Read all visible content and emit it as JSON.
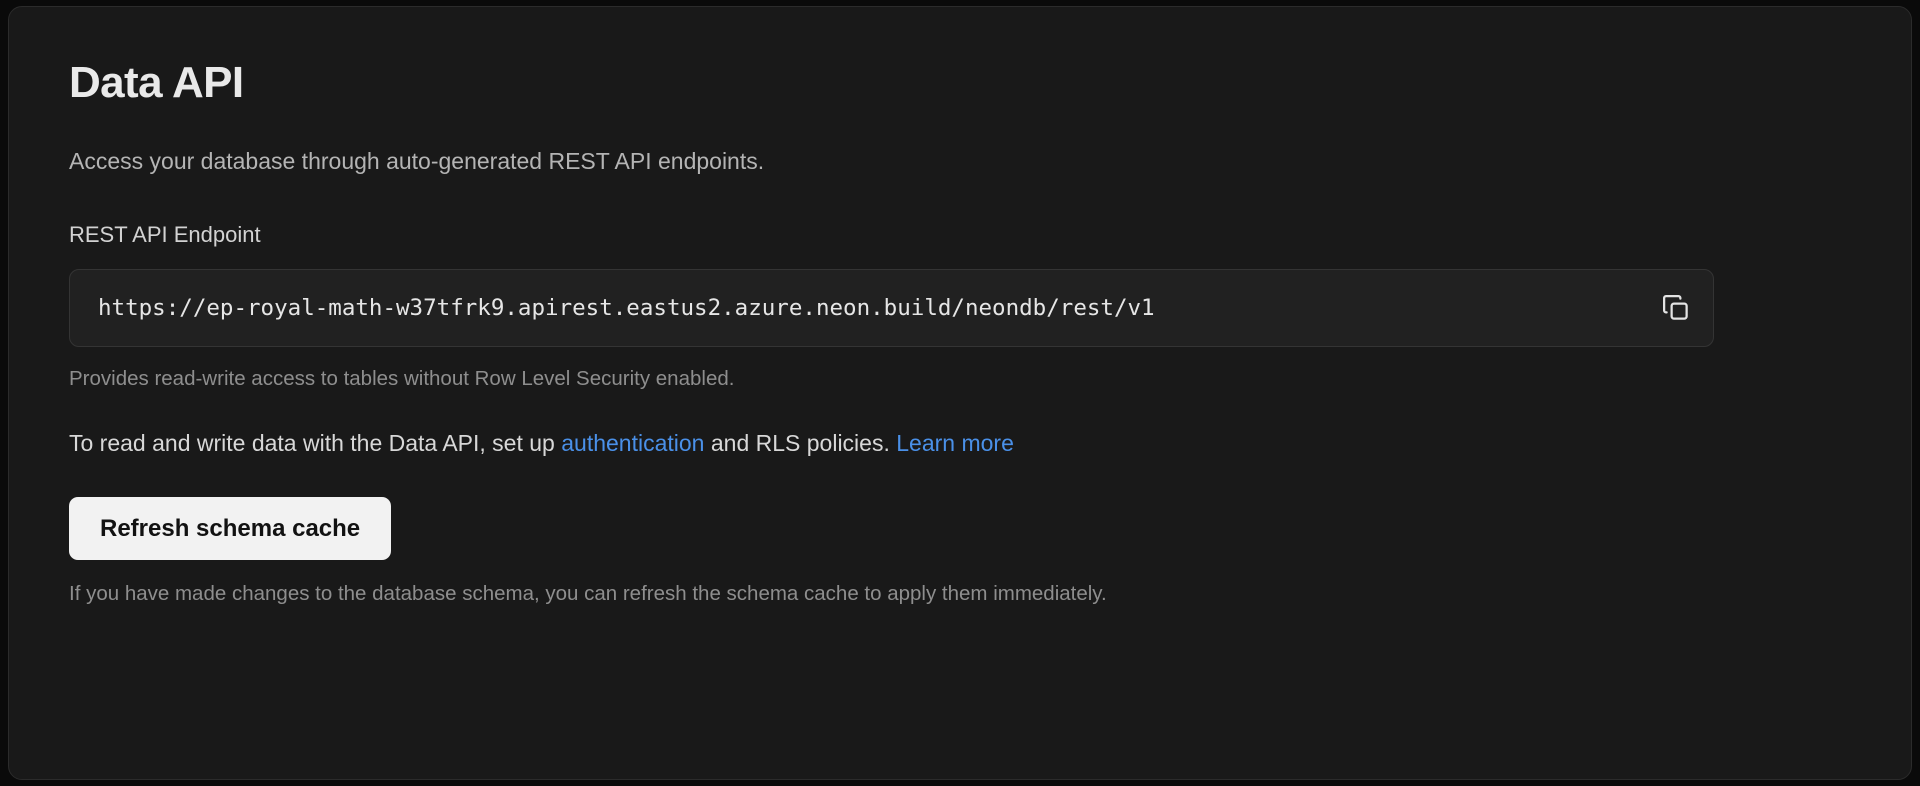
{
  "card": {
    "title": "Data API",
    "subtitle": "Access your database through auto-generated REST API endpoints."
  },
  "endpoint": {
    "label": "REST API Endpoint",
    "value": "https://ep-royal-math-w37tfrk9.apirest.eastus2.azure.neon.build/neondb/rest/v1",
    "copy_icon": "copy-icon",
    "helper": "Provides read-write access to tables without Row Level Security enabled."
  },
  "info": {
    "text_before_link": "To read and write data with the Data API, set up ",
    "link_authentication": "authentication",
    "text_between_links": " and RLS policies. ",
    "link_learn_more": "Learn more"
  },
  "actions": {
    "refresh_label": "Refresh schema cache",
    "refresh_helper": "If you have made changes to the database schema, you can refresh the schema cache to apply them immediately."
  },
  "colors": {
    "page_background": "#0a0a0a",
    "card_background": "#191919",
    "card_border": "#2b2b2b",
    "input_background": "#212121",
    "input_border": "#343434",
    "link": "#4a90e8",
    "button_background": "#f2f2f2",
    "button_text": "#121212",
    "title_text": "#e9e9e9",
    "muted_text": "#8e8e8e"
  }
}
